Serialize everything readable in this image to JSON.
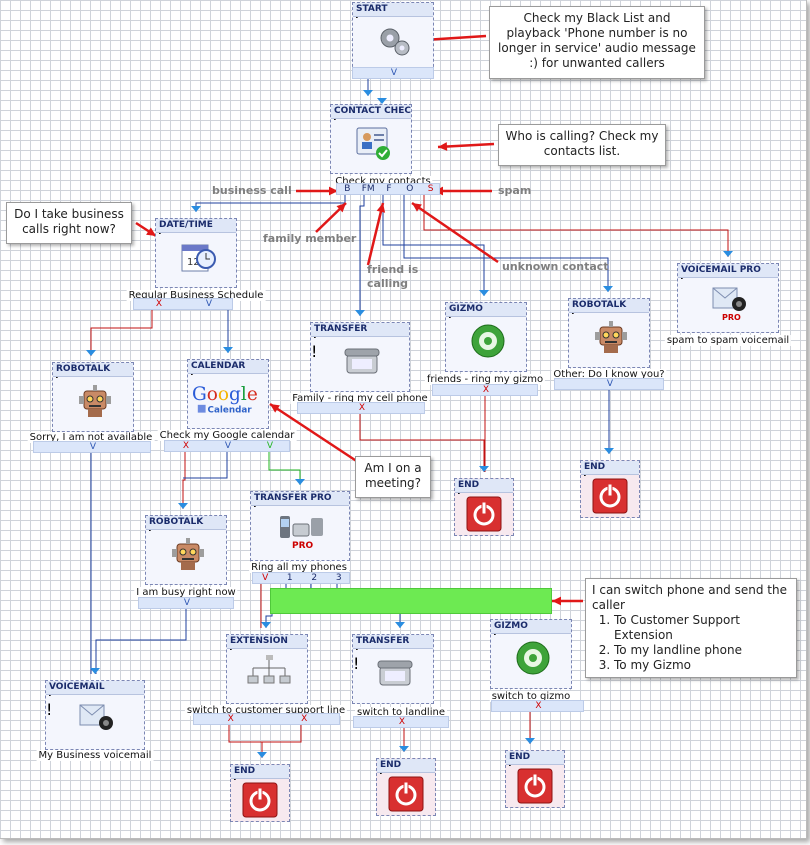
{
  "nodes": [
    {
      "id": "start",
      "title": "START",
      "icon": "gears-icon",
      "caption": "",
      "bar": [
        {
          "t": "V",
          "c": "v"
        }
      ],
      "has_ex": false
    },
    {
      "id": "contact",
      "title": "CONTACT CHECK",
      "icon": "contact-card-icon",
      "caption": "Check my contacts",
      "bar": [
        {
          "t": "B",
          "c": "n"
        },
        {
          "t": "FM",
          "c": "n"
        },
        {
          "t": "F",
          "c": "n"
        },
        {
          "t": "O",
          "c": "n"
        },
        {
          "t": "S",
          "c": "x"
        }
      ],
      "has_ex": false
    },
    {
      "id": "datetime",
      "title": "DATE/TIME",
      "icon": "calendar-clock-icon",
      "caption": "Regular Business Schedule",
      "bar": [
        {
          "t": "X",
          "c": "x"
        },
        {
          "t": "V",
          "c": "v"
        }
      ],
      "has_ex": false
    },
    {
      "id": "voicemailpro",
      "title": "VOICEMAIL PRO",
      "icon": "voicemail-pro-icon",
      "caption": "spam to spam voicemail",
      "bar": [],
      "has_ex": false
    },
    {
      "id": "transfer1",
      "title": "TRANSFER",
      "icon": "phone-icon",
      "caption": "Family - ring my cell phone",
      "bar": [
        {
          "t": "X",
          "c": "x"
        }
      ],
      "has_ex": true
    },
    {
      "id": "gizmo1",
      "title": "GIZMO",
      "icon": "gizmo-icon",
      "caption": "friends - ring my gizmo",
      "bar": [
        {
          "t": "X",
          "c": "x"
        }
      ],
      "has_ex": false
    },
    {
      "id": "robotalk1",
      "title": "ROBOTALK",
      "icon": "robot-icon",
      "caption": "Other: Do I know you?",
      "bar": [
        {
          "t": "V",
          "c": "v"
        }
      ],
      "has_ex": false
    },
    {
      "id": "robotalk2",
      "title": "ROBOTALK",
      "icon": "robot-icon",
      "caption": "Sorry, I am not available",
      "bar": [
        {
          "t": "V",
          "c": "v"
        }
      ],
      "has_ex": false
    },
    {
      "id": "calendar",
      "title": "CALENDAR",
      "icon": "google-calendar-icon",
      "caption": "Check my Google calendar",
      "bar": [
        {
          "t": "X",
          "c": "x"
        },
        {
          "t": "V",
          "c": "v"
        },
        {
          "t": "V",
          "c": "g"
        }
      ],
      "has_ex": false
    },
    {
      "id": "end1",
      "title": "END",
      "icon": "power-icon",
      "caption": "",
      "bar": [],
      "has_ex": false
    },
    {
      "id": "end2",
      "title": "END",
      "icon": "power-icon",
      "caption": "",
      "bar": [],
      "has_ex": false
    },
    {
      "id": "transferpro",
      "title": "TRANSFER PRO",
      "icon": "transfer-pro-icon",
      "caption": "Ring all my phones",
      "bar": [
        {
          "t": "V",
          "c": "x"
        },
        {
          "t": "1",
          "c": "n"
        },
        {
          "t": "2",
          "c": "n"
        },
        {
          "t": "3",
          "c": "n"
        }
      ],
      "has_ex": false
    },
    {
      "id": "robotalk3",
      "title": "ROBOTALK",
      "icon": "robot-icon",
      "caption": "I am busy right now",
      "bar": [
        {
          "t": "V",
          "c": "v"
        }
      ],
      "has_ex": false
    },
    {
      "id": "extension",
      "title": "EXTENSION",
      "icon": "extension-network-icon",
      "caption": "switch to customer support line",
      "bar": [
        {
          "t": "X",
          "c": "x"
        },
        {
          "t": "X",
          "c": "x"
        }
      ],
      "has_ex": false
    },
    {
      "id": "transfer2",
      "title": "TRANSFER",
      "icon": "phone-icon",
      "caption": "switch to landline",
      "bar": [
        {
          "t": "X",
          "c": "x"
        }
      ],
      "has_ex": true
    },
    {
      "id": "gizmo2",
      "title": "GIZMO",
      "icon": "gizmo-icon",
      "caption": "switch to gizmo",
      "bar": [
        {
          "t": "X",
          "c": "x"
        }
      ],
      "has_ex": false
    },
    {
      "id": "voicemail",
      "title": "VOICEMAIL",
      "icon": "voicemail-icon",
      "caption": "My Business voicemail",
      "bar": [],
      "has_ex": true
    },
    {
      "id": "end3",
      "title": "END",
      "icon": "power-icon",
      "caption": "",
      "bar": [],
      "has_ex": false
    },
    {
      "id": "end4",
      "title": "END",
      "icon": "power-icon",
      "caption": "",
      "bar": [],
      "has_ex": false
    },
    {
      "id": "end5",
      "title": "END",
      "icon": "power-icon",
      "caption": "",
      "bar": [],
      "has_ex": false
    }
  ],
  "callouts": {
    "blacklist": "Check my Black List and playback 'Phone number is no longer in service' audio message :) for unwanted callers",
    "who": "Who is calling? Check my contacts list.",
    "business": "Do I take business calls right now?",
    "meeting": "Am I on a meeting?",
    "switch_intro": "I can switch phone and send the caller",
    "switch_items": [
      "To Customer Support Extension",
      "To my landline phone",
      "To my Gizmo"
    ]
  },
  "annotations": {
    "business_call": "business call",
    "family_member": "family member",
    "friend": "friend is calling",
    "unknown": "unknown contact",
    "spam": "spam"
  },
  "header_buttons": {
    "help": "?",
    "warn": "!"
  },
  "colors": {
    "wire_blue": "#1e3f9e",
    "wire_red": "#c01010",
    "wire_green": "#21b521",
    "arrow_red": "#e01818",
    "highlight": "#6dea52"
  }
}
